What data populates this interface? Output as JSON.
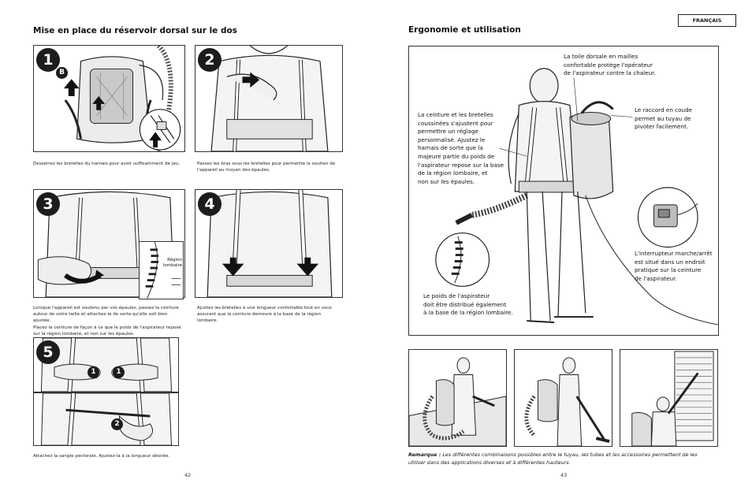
{
  "header": {
    "language_tab": "FRANÇAIS"
  },
  "left_page": {
    "title": "Mise en place du réservoir dorsal sur le dos",
    "page_number": "42",
    "steps": [
      {
        "number": "1",
        "marker": "B",
        "caption": "Desserrez les bretelles du harnais pour avoir suffisamment de jeu."
      },
      {
        "number": "2",
        "caption": "Passez les bras sous les bretelles pour permettre le soutien de l'appareil au moyen des épaules."
      },
      {
        "number": "3",
        "inset_label_line1": "Région",
        "inset_label_line2": "lombaire",
        "caption_lines": [
          "Lorsque l'appareil est soutenu par vos épaules, passez la ceinture",
          "autour de votre taille et attachez-la de sorte qu'elle soit bien ajustée.",
          "Placez la ceinture de façon à ce que le poids de l'aspirateur repose",
          "sur la région lombaire, et non sur les épaules."
        ]
      },
      {
        "number": "4",
        "caption_lines": [
          "Ajustez les bretelles à une longueur confortable tout en vous",
          "assurant que la ceinture demeure à la base de la région lombaire."
        ]
      },
      {
        "number": "5",
        "sub_markers": [
          "1",
          "1",
          "2"
        ],
        "caption": "Attachez la sangle pectorale. Ajustez-la à la longueur désirée."
      }
    ]
  },
  "right_page": {
    "title": "Ergonomie et utilisation",
    "page_number": "43",
    "callouts": {
      "back_mesh": [
        "La toile dorsale en mailles",
        "confortable protège l'opérateur",
        "de l'aspirateur contre la chaleur."
      ],
      "elbow": [
        "Le raccord en coude",
        "permet au tuyau de",
        "pivoter facilement."
      ],
      "belt": [
        "La ceinture et les bretelles",
        "coussinées s'ajustent pour",
        "permettre un réglage",
        "personnalisé. Ajustez le",
        "harnais de sorte que la",
        "majeure partie du poids de",
        "l'aspirateur repose sur la base",
        "de la région lombaire, et",
        "non sur les épaules."
      ],
      "switch": [
        "L'interrupteur marche/arrêt",
        "est situé dans un endroit",
        "pratique sur la ceinture",
        "de l'aspirateur."
      ],
      "weight": [
        "Le poids de l'aspirateur",
        "doit être distribué également",
        "à la base de la région lombaire."
      ]
    },
    "remark_label": "Remarque :",
    "remark_text": " Les différentes combinaisons possibles entre le tuyau, les tubes et les accessoires permettent de les utiliser dans des applications diverses et à différentes hauteurs."
  }
}
